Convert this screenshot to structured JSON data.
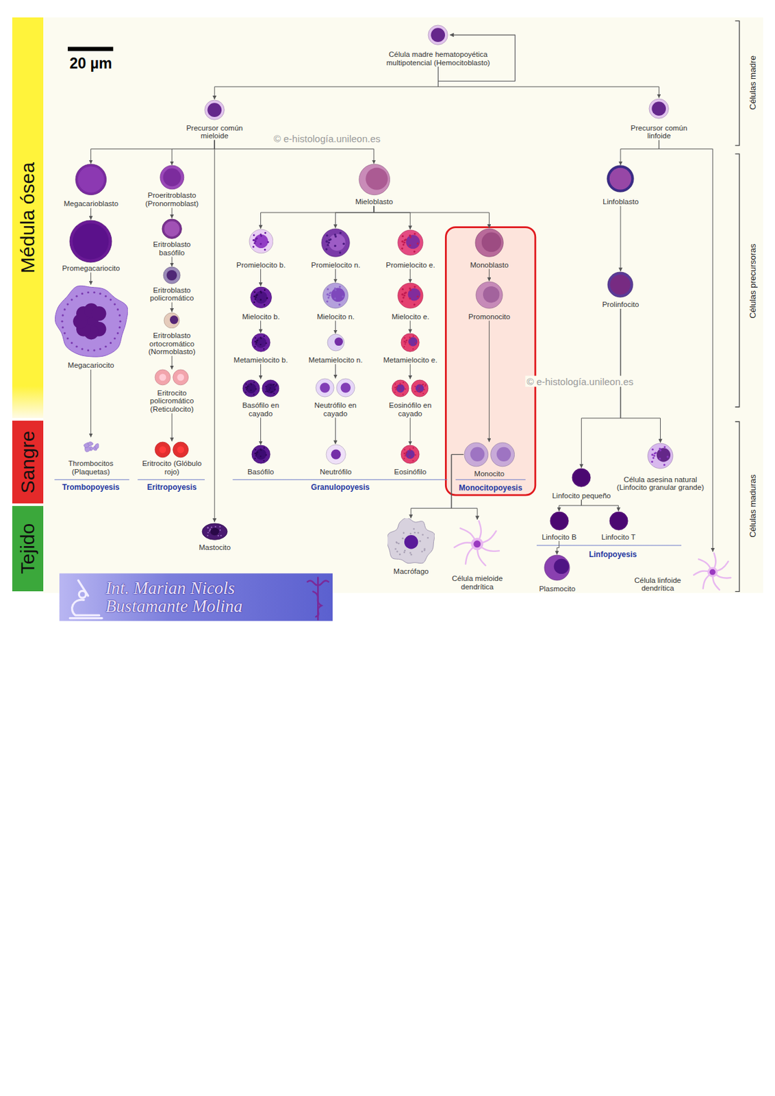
{
  "diagram": {
    "nodes": [
      {
        "text": [
          "Médula ósea"
        ]
      },
      {
        "text": [
          "Sangre"
        ]
      },
      {
        "text": [
          "Tejido"
        ]
      },
      {
        "text": [
          "Célula madre hematopoyética multipotencial (Hemocitoblasto)"
        ]
      },
      {
        "text": [
          "Precursor común mieloide"
        ]
      },
      {
        "text": [
          "Precursor común linfoide"
        ]
      },
      {
        "text": [
          "Megacarioblasto"
        ]
      },
      {
        "text": [
          "Proeritroblasto (Pronormoblast)"
        ]
      },
      {
        "text": [
          "Mieloblasto"
        ]
      },
      {
        "text": [
          "Linfoblasto"
        ]
      },
      {
        "text": [
          "Monocitopoyesis"
        ]
      },
      {
        "text": [
          "Promegacariocito"
        ]
      },
      {
        "text": [
          "Eritroblasto basófilo"
        ]
      },
      {
        "text": [
          "Promielocito b."
        ]
      },
      {
        "text": [
          "Promielocito n."
        ]
      },
      {
        "text": [
          "Promielocito e."
        ]
      },
      {
        "text": [
          "Monoblasto"
        ],
        "in": 10
      },
      {
        "text": [
          "Prolinfocito"
        ]
      },
      {
        "text": [
          "Eritroblasto policromático"
        ]
      },
      {
        "text": [
          "Mielocito b."
        ]
      },
      {
        "text": [
          "Mielocito n."
        ]
      },
      {
        "text": [
          "Mielocito e."
        ]
      },
      {
        "text": [
          "Promonocito"
        ],
        "in": 10
      },
      {
        "text": [
          "Megacariocito"
        ]
      },
      {
        "text": [
          "Eritroblasto ortocromático (Normoblasto)"
        ]
      },
      {
        "text": [
          "Metamielocito b."
        ]
      },
      {
        "text": [
          "Metamielocito n."
        ]
      },
      {
        "text": [
          "Metamielocito e."
        ]
      },
      {
        "text": [
          "Eritrocito policromático (Reticulocito)"
        ]
      },
      {
        "text": [
          "Basófilo en cayado"
        ]
      },
      {
        "text": [
          "Neutrófilo en cayado"
        ]
      },
      {
        "text": [
          "Eosinófilo en cayado"
        ]
      },
      {
        "text": [
          "Thrombocitos (Plaquetas)"
        ]
      },
      {
        "text": [
          "Eritrocito (Glóbulo rojo)"
        ]
      },
      {
        "text": [
          "Basófilo"
        ]
      },
      {
        "text": [
          "Neutrófilo"
        ]
      },
      {
        "text": [
          "Eosinófilo"
        ]
      },
      {
        "text": [
          "Monocito"
        ],
        "in": 10
      },
      {
        "text": [
          "Célula asesina natural (Linfocito granular grande)"
        ]
      },
      {
        "text": [
          "Linfocito pequeño"
        ]
      },
      {
        "text": [
          "Mastocito"
        ]
      },
      {
        "text": [
          "Linfocito B"
        ]
      },
      {
        "text": [
          "Linfocito T"
        ]
      },
      {
        "text": [
          "Macrófago"
        ]
      },
      {
        "text": [
          "Célula mieloide dendrítica"
        ]
      },
      {
        "text": [
          "Plasmocito"
        ]
      },
      {
        "text": [
          "Célula linfoide dendrítica"
        ]
      },
      {
        "text": [
          "Int. Marian Nicols Bustamante Molina"
        ]
      }
    ],
    "edges": [
      {
        "from": 3,
        "to": 4,
        "arrow": "to"
      },
      {
        "from": 3,
        "to": 5,
        "arrow": "to"
      },
      {
        "from": 4,
        "to": 6,
        "arrow": "to"
      },
      {
        "from": 4,
        "to": 7,
        "arrow": "to"
      },
      {
        "from": 4,
        "to": 8,
        "arrow": "to"
      },
      {
        "from": 4,
        "to": 40,
        "arrow": "to"
      },
      {
        "from": 5,
        "to": 9,
        "arrow": "to"
      },
      {
        "from": 5,
        "to": 46,
        "arrow": "to"
      },
      {
        "from": 6,
        "to": 11,
        "arrow": "to"
      },
      {
        "from": 11,
        "to": 23,
        "arrow": "to"
      },
      {
        "from": 23,
        "to": 32,
        "arrow": "to"
      },
      {
        "from": 7,
        "to": 12,
        "arrow": "to"
      },
      {
        "from": 12,
        "to": 18,
        "arrow": "to"
      },
      {
        "from": 18,
        "to": 24,
        "arrow": "to"
      },
      {
        "from": 24,
        "to": 28,
        "arrow": "to"
      },
      {
        "from": 28,
        "to": 33,
        "arrow": "to"
      },
      {
        "from": 8,
        "to": 13,
        "arrow": "to"
      },
      {
        "from": 8,
        "to": 14,
        "arrow": "to"
      },
      {
        "from": 8,
        "to": 15,
        "arrow": "to"
      },
      {
        "from": 8,
        "to": 16,
        "arrow": "to"
      },
      {
        "from": 13,
        "to": 19,
        "arrow": "to"
      },
      {
        "from": 19,
        "to": 25,
        "arrow": "to"
      },
      {
        "from": 25,
        "to": 29,
        "arrow": "to"
      },
      {
        "from": 29,
        "to": 34,
        "arrow": "to"
      },
      {
        "from": 14,
        "to": 20,
        "arrow": "to"
      },
      {
        "from": 20,
        "to": 26,
        "arrow": "to"
      },
      {
        "from": 26,
        "to": 30,
        "arrow": "to"
      },
      {
        "from": 30,
        "to": 35,
        "arrow": "to"
      },
      {
        "from": 15,
        "to": 21,
        "arrow": "to"
      },
      {
        "from": 21,
        "to": 27,
        "arrow": "to"
      },
      {
        "from": 27,
        "to": 31,
        "arrow": "to"
      },
      {
        "from": 31,
        "to": 36,
        "arrow": "to"
      },
      {
        "from": 16,
        "to": 22,
        "arrow": "to"
      },
      {
        "from": 22,
        "to": 37,
        "arrow": "to"
      },
      {
        "from": 37,
        "to": 43,
        "arrow": "to"
      },
      {
        "from": 37,
        "to": 44,
        "arrow": "to"
      },
      {
        "from": 9,
        "to": 17,
        "arrow": "to"
      },
      {
        "from": 17,
        "to": 39,
        "arrow": "to"
      },
      {
        "from": 17,
        "to": 38,
        "arrow": "to"
      },
      {
        "from": 39,
        "to": 41,
        "arrow": "to"
      },
      {
        "from": 39,
        "to": 42,
        "arrow": "to"
      },
      {
        "from": 41,
        "to": 45,
        "arrow": "to"
      }
    ],
    "labels": [
      "20 µm",
      "© e-histología.unileon.es",
      "© e-histología.unileon.es",
      "Células madre",
      "Células precursoras",
      "Células maduras",
      "Trombopoyesis",
      "Eritropoyesis",
      "Granulopoyesis",
      "Linfopoyesis"
    ]
  }
}
